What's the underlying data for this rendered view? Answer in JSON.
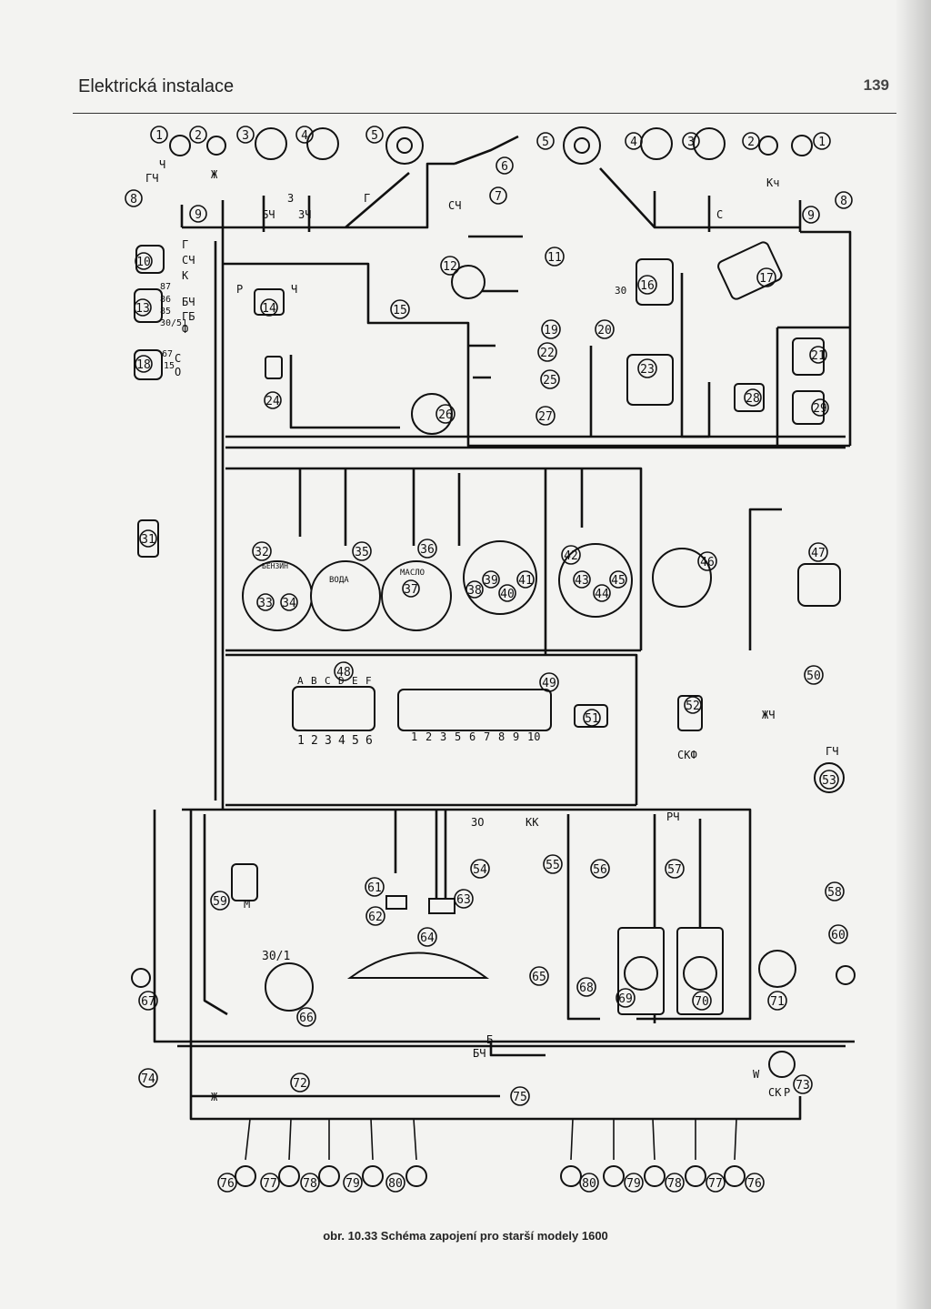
{
  "header": {
    "title": "Elektrická instalace",
    "page_number": "139"
  },
  "caption": "obr. 10.33 Schéma zapojení pro starší modely 1600",
  "diagram": {
    "component_numbers": {
      "top_left": [
        "1",
        "2",
        "3",
        "4",
        "5",
        "8",
        "9"
      ],
      "top_right": [
        "1",
        "2",
        "3",
        "4",
        "5",
        "6",
        "7",
        "8",
        "9",
        "11",
        "12",
        "15",
        "16",
        "17",
        "19",
        "20",
        "22",
        "25",
        "27"
      ],
      "left_column": [
        "10",
        "13",
        "14",
        "18",
        "24",
        "26",
        "31"
      ],
      "middle_right": [
        "21",
        "23",
        "28",
        "29"
      ],
      "gauges": [
        "32",
        "33",
        "34",
        "35",
        "36",
        "37",
        "38",
        "39",
        "40",
        "41",
        "42",
        "43",
        "44",
        "45",
        "46",
        "47",
        "50",
        "52",
        "53"
      ],
      "fuse_boxes": [
        "48",
        "49",
        "51"
      ],
      "lower": [
        "54",
        "55",
        "56",
        "57",
        "58",
        "59",
        "60",
        "61",
        "62",
        "63",
        "64",
        "65",
        "66",
        "67",
        "68",
        "69",
        "70",
        "71",
        "72",
        "73",
        "74",
        "75"
      ],
      "rear_lamps_left": [
        "76",
        "77",
        "78",
        "79",
        "80"
      ],
      "rear_lamps_right": [
        "80",
        "79",
        "78",
        "77",
        "76"
      ]
    },
    "wire_labels": {
      "headlamp_area": [
        "Ч",
        "ГЧ",
        "Ж",
        "БЧ",
        "З",
        "ЗЧ",
        "СЧ",
        "Г",
        "Кч",
        "С"
      ],
      "left_connectors": [
        "Г",
        "СЧ",
        "К",
        "БЧ",
        "ГБ",
        "Ф",
        "С",
        "О",
        "Р",
        "Ч"
      ],
      "relay_terminals": [
        "87",
        "86",
        "85",
        "30/51",
        "67",
        "15",
        "30"
      ],
      "gauges": [
        "БЕНЗИН",
        "ВОДА",
        "МАСЛО"
      ],
      "fuse_letters": [
        "A",
        "B",
        "C",
        "D",
        "E",
        "F"
      ],
      "fuse_numbers": [
        "1",
        "2",
        "3",
        "4",
        "5",
        "6"
      ],
      "fuse_numbers_2": [
        "1",
        "2",
        "3",
        "5",
        "6",
        "7",
        "8",
        "9",
        "10"
      ],
      "misc": [
        "ЖЧ",
        "ГЧ",
        "СКФ",
        "РЧ",
        "ЗО",
        "КК",
        "БЧ",
        "Б",
        "М",
        "30/1",
        "Ж",
        "СК",
        "Р",
        "W"
      ]
    }
  }
}
